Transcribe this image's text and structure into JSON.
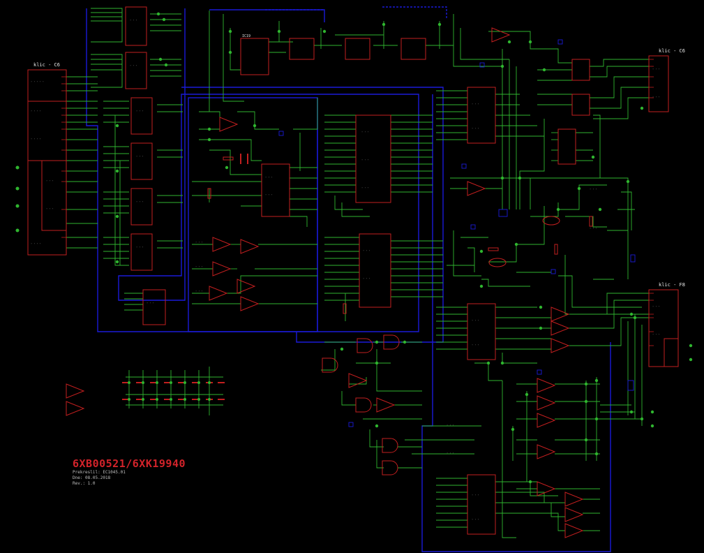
{
  "diagram": {
    "connectors": {
      "left": "klic - C6",
      "right_top": "klic - C6",
      "right_bottom": "klic - F8"
    },
    "ic_label": "IC19",
    "title_block": {
      "title": "6XB00521/6XK19940",
      "lines": [
        "Prekreslil: EC1045.01",
        "Dne: 08.05.2018",
        "Rev.: 1.0"
      ]
    },
    "colors": {
      "background": "#000000",
      "bus": "#1a1ad8",
      "wire": "#2fb52f",
      "symbol": "#c21f1f",
      "text": "#e6e6e6"
    }
  }
}
